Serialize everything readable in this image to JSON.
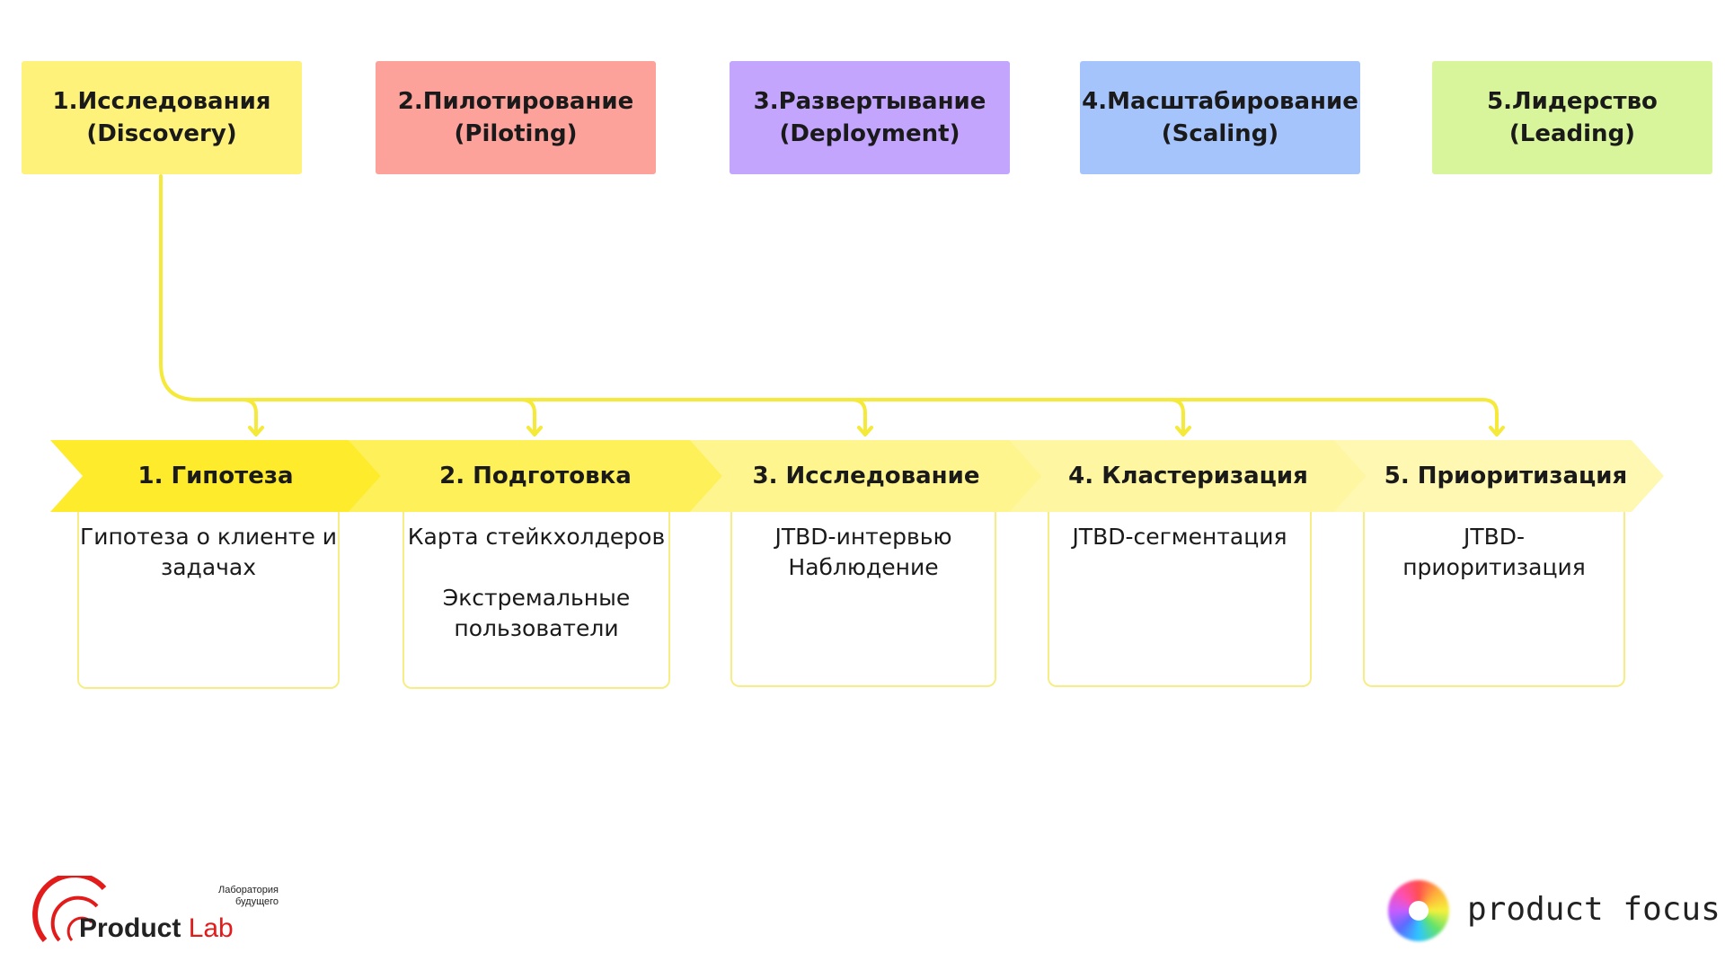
{
  "stages": [
    {
      "line1": "1.Исследования",
      "line2": "(Discovery)",
      "color": "#fff27a"
    },
    {
      "line1": "2.Пилотирование",
      "line2": "(Piloting)",
      "color": "#fda29b"
    },
    {
      "line1": "3.Развертывание",
      "line2": "(Deployment)",
      "color": "#c3a5fd"
    },
    {
      "line1": "4.Масштабирование",
      "line2": "(Scaling)",
      "color": "#a6c4fc"
    },
    {
      "line1": "5.Лидерство",
      "line2": "(Leading)",
      "color": "#d9f59b"
    }
  ],
  "connector_color": "#f5e93a",
  "steps": [
    {
      "label": "1. Гипотеза",
      "color": "#fdeb2c",
      "items": [
        "Гипотеза о клиенте и задачах"
      ]
    },
    {
      "label": "2. Подготовка",
      "color": "#fdf058",
      "items": [
        "Карта стейкхолдеров",
        "Экстремальные пользователи"
      ]
    },
    {
      "label": "3. Исследование",
      "color": "#fef58f",
      "items": [
        "JTBD-интервью",
        "Наблюдение"
      ]
    },
    {
      "label": "4. Кластеризация",
      "color": "#fef6a0",
      "items": [
        "JTBD-сегментация"
      ]
    },
    {
      "label": "5. Приоритизация",
      "color": "#fef8b3",
      "items": [
        "JTBD-приоритизация"
      ]
    }
  ],
  "logos": {
    "product_lab": {
      "small_line1": "Лаборатория",
      "small_line2": "будущего",
      "word_bold": "Product",
      "word_light": "Lab"
    },
    "product_focus": {
      "text": "product focus"
    }
  }
}
